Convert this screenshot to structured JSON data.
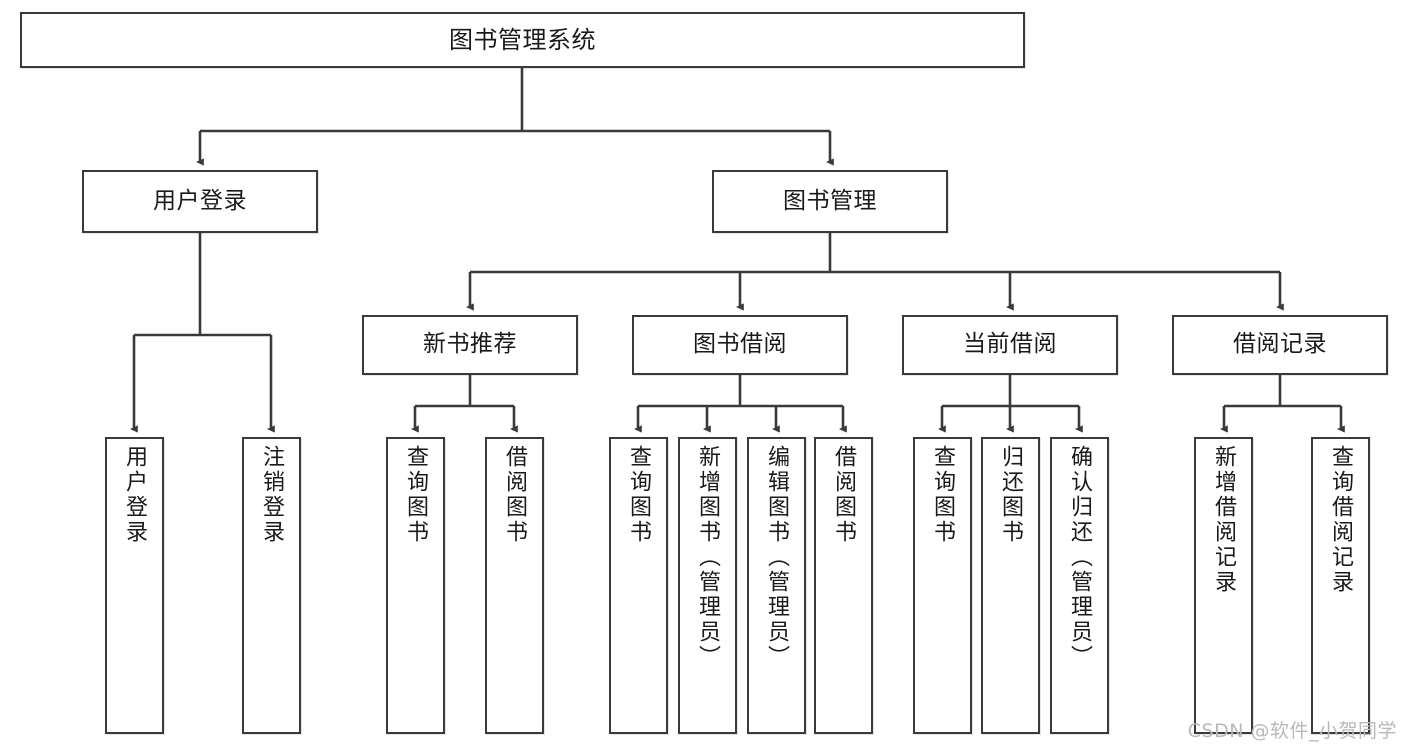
{
  "diagram": {
    "title": "图书管理系统",
    "type": "tree-hierarchy",
    "orientation": "top-down",
    "line_color": "#3a3a3a",
    "box_fill": "#ffffff",
    "text_color": "#1a1a1a"
  },
  "watermark": {
    "text": "CSDN @软件_小贺同学",
    "color": "#b9b9b9"
  },
  "nodes": {
    "root": {
      "label": "图书管理系统"
    },
    "level2": [
      {
        "label": "用户登录"
      },
      {
        "label": "图书管理"
      }
    ],
    "level3": [
      {
        "label": "新书推荐"
      },
      {
        "label": "图书借阅"
      },
      {
        "label": "当前借阅"
      },
      {
        "label": "借阅记录"
      }
    ],
    "leaves": {
      "user_login": [
        {
          "label": "用户登录"
        },
        {
          "label": "注销登录"
        }
      ],
      "new_book_recommend": [
        {
          "label": "查询图书"
        },
        {
          "label": "借阅图书"
        }
      ],
      "book_borrow": [
        {
          "label": "查询图书"
        },
        {
          "label": "新增图书（管理员）"
        },
        {
          "label": "编辑图书（管理员）"
        },
        {
          "label": "借阅图书"
        }
      ],
      "current_borrow": [
        {
          "label": "查询图书"
        },
        {
          "label": "归还图书"
        },
        {
          "label": "确认归还（管理员）"
        }
      ],
      "borrow_records": [
        {
          "label": "新增借阅记录"
        },
        {
          "label": "查询借阅记录"
        }
      ]
    }
  }
}
